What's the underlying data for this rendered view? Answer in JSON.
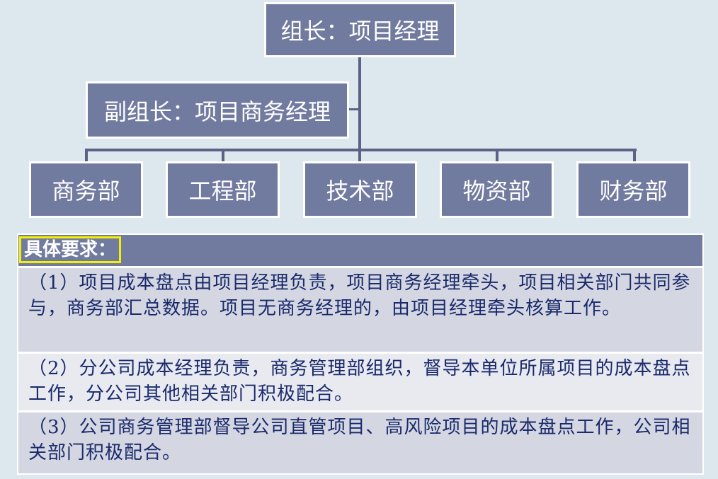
{
  "org_chart": {
    "leader": "组长：项目经理",
    "deputy": "副组长：项目商务经理",
    "departments": [
      {
        "label": "商务部"
      },
      {
        "label": "工程部"
      },
      {
        "label": "技术部"
      },
      {
        "label": "物资部"
      },
      {
        "label": "财务部"
      }
    ]
  },
  "requirements": {
    "header": "具体要求：",
    "items": [
      {
        "text": "（1）项目成本盘点由项目经理负责，项目商务经理牵头，项目相关部门共同参与，商务部汇总数据。项目无商务经理的，由项目经理牵头核算工作。"
      },
      {
        "text": "（2）分公司成本经理负责，商务管理部组织，督导本单位所属项目的成本盘点工作，分公司其他相关部门积极配合。"
      },
      {
        "text": "（3）公司商务管理部督导公司直管项目、高风险项目的成本盘点工作，公司相关部门积极配合。"
      }
    ]
  },
  "colors": {
    "background": "#dde8ee",
    "box_fill": "#717a9f",
    "box_border": "#ffffff",
    "connector": "#5a6285",
    "header_highlight": "#f5f000",
    "row_text": "#1a2a6c",
    "row_alt_a": "#d4d7e1",
    "row_alt_b": "#e8eaf0"
  }
}
